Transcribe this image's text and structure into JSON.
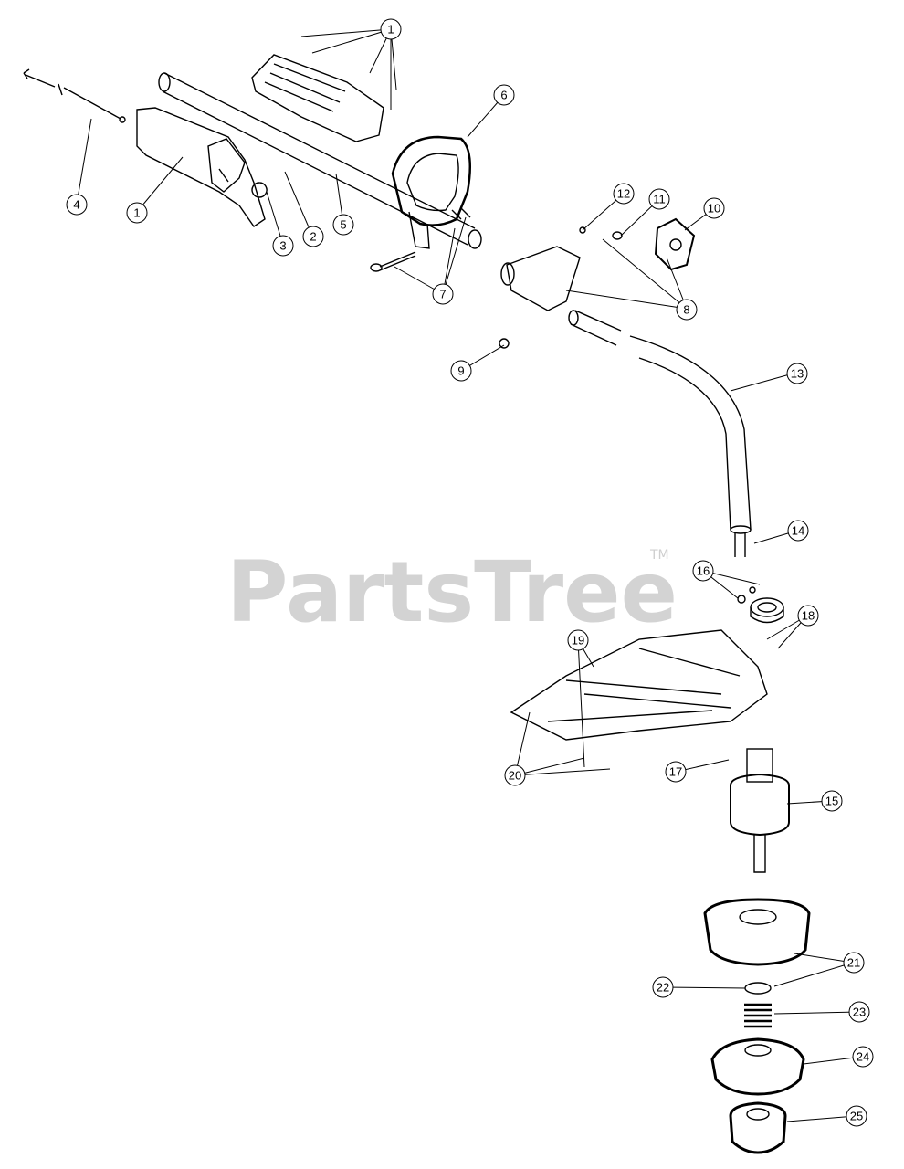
{
  "watermark": {
    "text": "PartsTree",
    "mark": "TM"
  },
  "callouts": [
    "1",
    "2",
    "3",
    "4",
    "5",
    "6",
    "7",
    "8",
    "9",
    "10",
    "11",
    "12",
    "13",
    "14",
    "15",
    "16",
    "17",
    "18",
    "19",
    "20",
    "21",
    "22",
    "23",
    "24",
    "25"
  ],
  "colors": {
    "line": "#000000",
    "watermark": "#d3d3d3",
    "background": "#ffffff"
  }
}
